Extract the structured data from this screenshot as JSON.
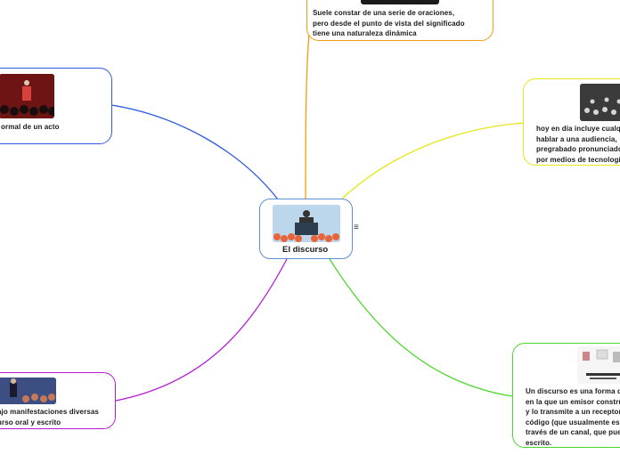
{
  "center": {
    "title": "El discurso"
  },
  "branches": [
    {
      "id": "top",
      "text": "Suele constar de una serie de oraciones,\npero desde el punto de vista del significado\ntiene una naturaleza dinámica"
    },
    {
      "id": "left-top",
      "text": "ormal de un acto"
    },
    {
      "id": "right-top",
      "text": "hoy en día incluye cualq\nhablar a una audiencia,\npregrabado pronunciado\npor medios de tecnología"
    },
    {
      "id": "left-bottom",
      "text": "ajo manifestaciones diversas\nurso oral y escrito"
    },
    {
      "id": "right-bottom",
      "text": "Un discurso es una forma de\nen la que un emisor constru\ny lo transmite a un receptor\ncódigo (que usualmente es\ntravés de un canal, que pue\nescrito."
    }
  ],
  "colors": {
    "top": "#f39c12",
    "left_top": "#2d5be3",
    "right_top": "#e6e619",
    "left_bottom": "#b41fd6",
    "right_bottom": "#4fd62d",
    "center": "#5b8fd6"
  },
  "icons": {
    "menu": "≡"
  }
}
